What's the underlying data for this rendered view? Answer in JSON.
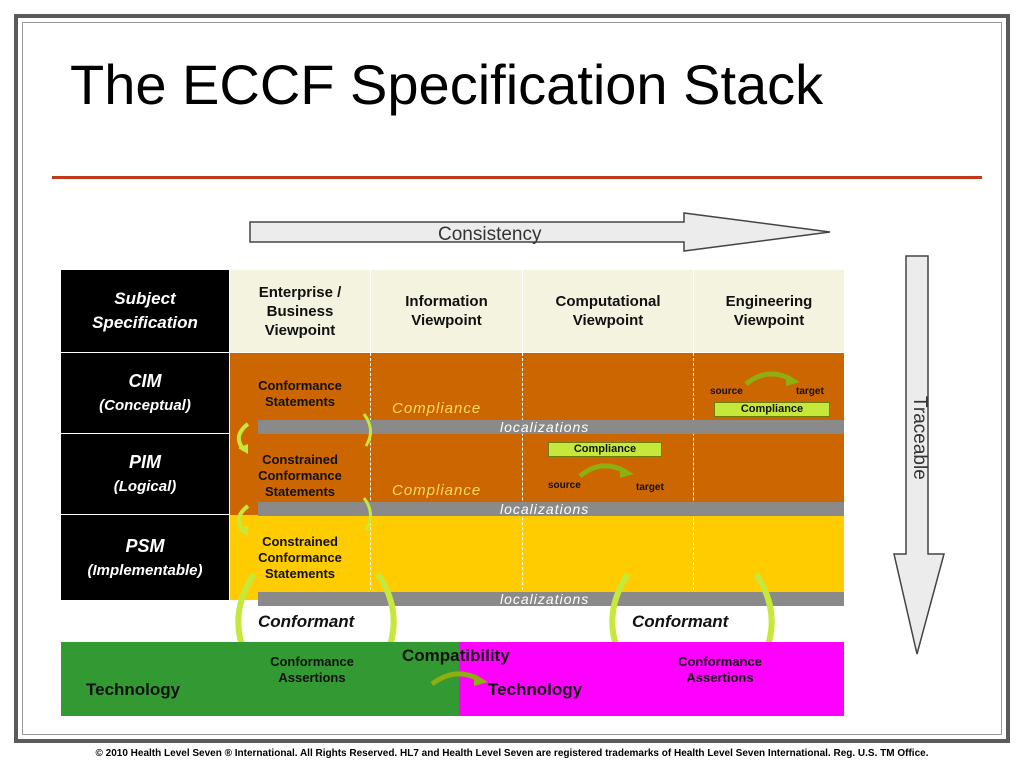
{
  "slide": {
    "title": "The ECCF Specification Stack",
    "footer": "© 2010 Health Level Seven ® International. All Rights Reserved. HL7 and Health Level Seven are registered trademarks of Health Level Seven International. Reg. U.S. TM Office."
  },
  "arrows": {
    "consistency": "Consistency",
    "traceable": "Traceable"
  },
  "rows": {
    "subject": {
      "line1": "Subject",
      "line2": "Specification"
    },
    "cim": {
      "line1": "CIM",
      "line2": "(Conceptual)"
    },
    "pim": {
      "line1": "PIM",
      "line2": "(Logical)"
    },
    "psm": {
      "line1": "PSM",
      "line2": "(Implementable)"
    }
  },
  "columns": {
    "enterprise": {
      "line1": "Enterprise /",
      "line2": "Business",
      "line3": "Viewpoint"
    },
    "information": {
      "line1": "Information",
      "line2": "Viewpoint"
    },
    "computational": {
      "line1": "Computational",
      "line2": "Viewpoint"
    },
    "engineering": {
      "line1": "Engineering",
      "line2": "Viewpoint"
    }
  },
  "cells": {
    "cim_enterprise": {
      "line1": "Conformance",
      "line2": "Statements"
    },
    "pim_enterprise": {
      "line1": "Constrained",
      "line2": "Conformance",
      "line3": "Statements"
    },
    "psm_enterprise": {
      "line1": "Constrained",
      "line2": "Conformance",
      "line3": "Statements"
    },
    "compliance": "Compliance",
    "localizations": "localizations",
    "source": "source",
    "target": "target"
  },
  "bottom": {
    "conformant": "Conformant",
    "compatibility": "Compatibility",
    "technology": "Technology",
    "assertions": {
      "line1": "Conformance",
      "line2": "Assertions"
    }
  },
  "colors": {
    "orange": "#cc6600",
    "yellow": "#ffcc00",
    "green": "#339933",
    "magenta": "#ff00ff",
    "title_rule": "#c0391b"
  }
}
